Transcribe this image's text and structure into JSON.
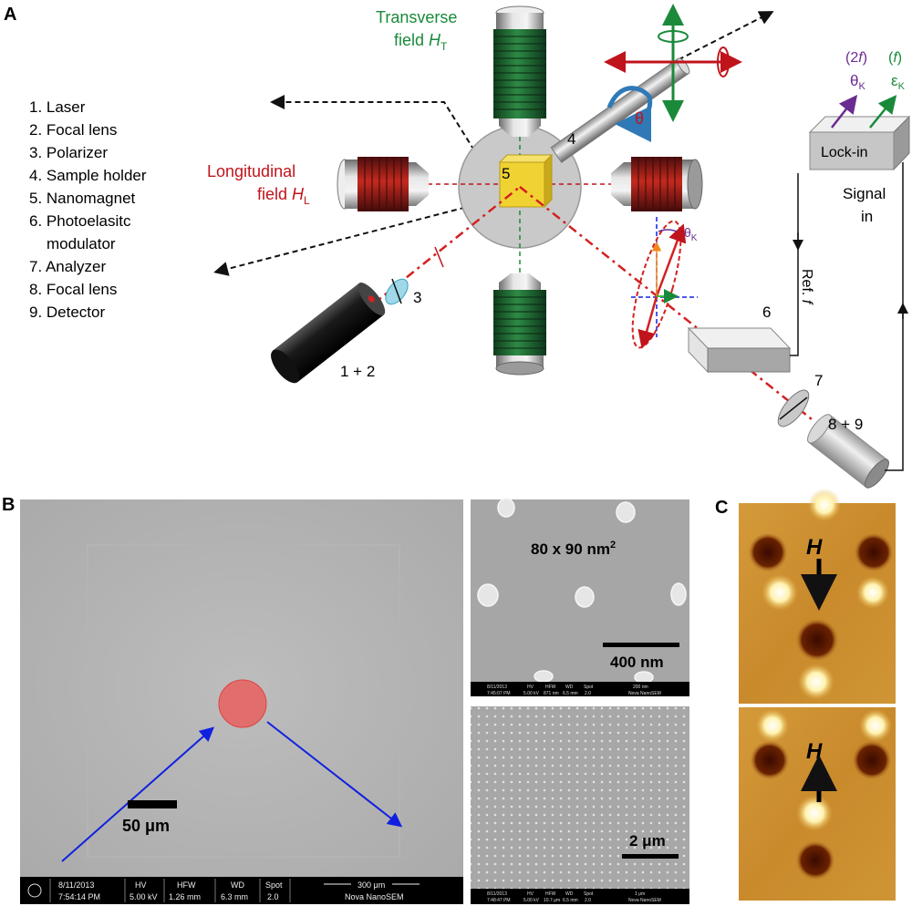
{
  "panelA": {
    "label": "A",
    "legend": [
      "1. Laser",
      "2. Focal lens",
      "3. Polarizer",
      "4. Sample holder",
      "5. Nanomagnet",
      "6. Photoelasitc",
      "modulator",
      "7. Analyzer",
      "8. Focal lens",
      "9. Detector"
    ],
    "transverse_line1": "Transverse",
    "transverse_line2": "field ",
    "transverse_sym": "H",
    "transverse_sub": "T",
    "longitudinal_line1": "Longitudinal",
    "longitudinal_line2": "field ",
    "longitudinal_sym": "H",
    "longitudinal_sub": "L",
    "num_laser": "1 + 2",
    "num_polarizer": "3",
    "num_holder": "4",
    "num_magnet": "5",
    "num_pem": "6",
    "num_analyzer": "7",
    "num_detector": "8 + 9",
    "theta": "θ",
    "theta_k": "θ",
    "k_sub": "K",
    "lockin": "Lock-in",
    "signal_line1": "Signal",
    "signal_line2": "in",
    "ref": "Ref. ",
    "ref_f": "f",
    "out_2f_open": "(2",
    "out_2f_f": "f",
    "out_2f_close": ")",
    "out_f_open": "(",
    "out_f_f": "f",
    "out_f_close": ")",
    "out_theta": "θ",
    "out_eps": "ε",
    "colors": {
      "transverse": "#1a8a3a",
      "longitudinal": "#c0141c",
      "laser_beam": "#d42020",
      "theta_arrow": "#2f79b7",
      "out_theta": "#6a2c91",
      "out_eps": "#1a8a3a"
    }
  },
  "panelB": {
    "label": "B",
    "scale_large": "50 μm",
    "dims": "80 x 90 nm",
    "dims_sup": "2",
    "scale_top_right": "400 nm",
    "scale_bottom_right": "2 μm",
    "info_main": {
      "date": "8/11/2013",
      "time": "7:54:14 PM",
      "hv_label": "HV",
      "hv_value": "5.00 kV",
      "hfw_label": "HFW",
      "hfw_value": "1.26 mm",
      "wd_label": "WD",
      "wd_value": "6.3 mm",
      "spot_label": "Spot",
      "spot_value": "2.0",
      "bar_label": "300 μm",
      "brand": "Nova NanoSEM"
    },
    "info_small_top": {
      "date": "8/11/2013",
      "time": "7:45:07 PM",
      "hv_label": "HV",
      "hv_value": "5.00 kV",
      "hfw_label": "HFW",
      "hfw_value": "871 nm",
      "wd_label": "WD",
      "wd_value": "6.5 mm",
      "spot_label": "Spot",
      "spot_value": "2.0",
      "bar_label": "200 nm",
      "brand": "Nova NanoSEM"
    },
    "info_small_bottom": {
      "date": "8/11/2013",
      "time": "7:48:47 PM",
      "hv_label": "HV",
      "hv_value": "5.00 kV",
      "hfw_label": "HFW",
      "hfw_value": "10.7 μm",
      "wd_label": "WD",
      "wd_value": "6.5 mm",
      "spot_label": "Spot",
      "spot_value": "2.0",
      "bar_label": "1 μm",
      "brand": "Nova NanoSEM"
    }
  },
  "panelC": {
    "label": "C",
    "field_label_top": "H",
    "field_label_bottom": "H"
  }
}
